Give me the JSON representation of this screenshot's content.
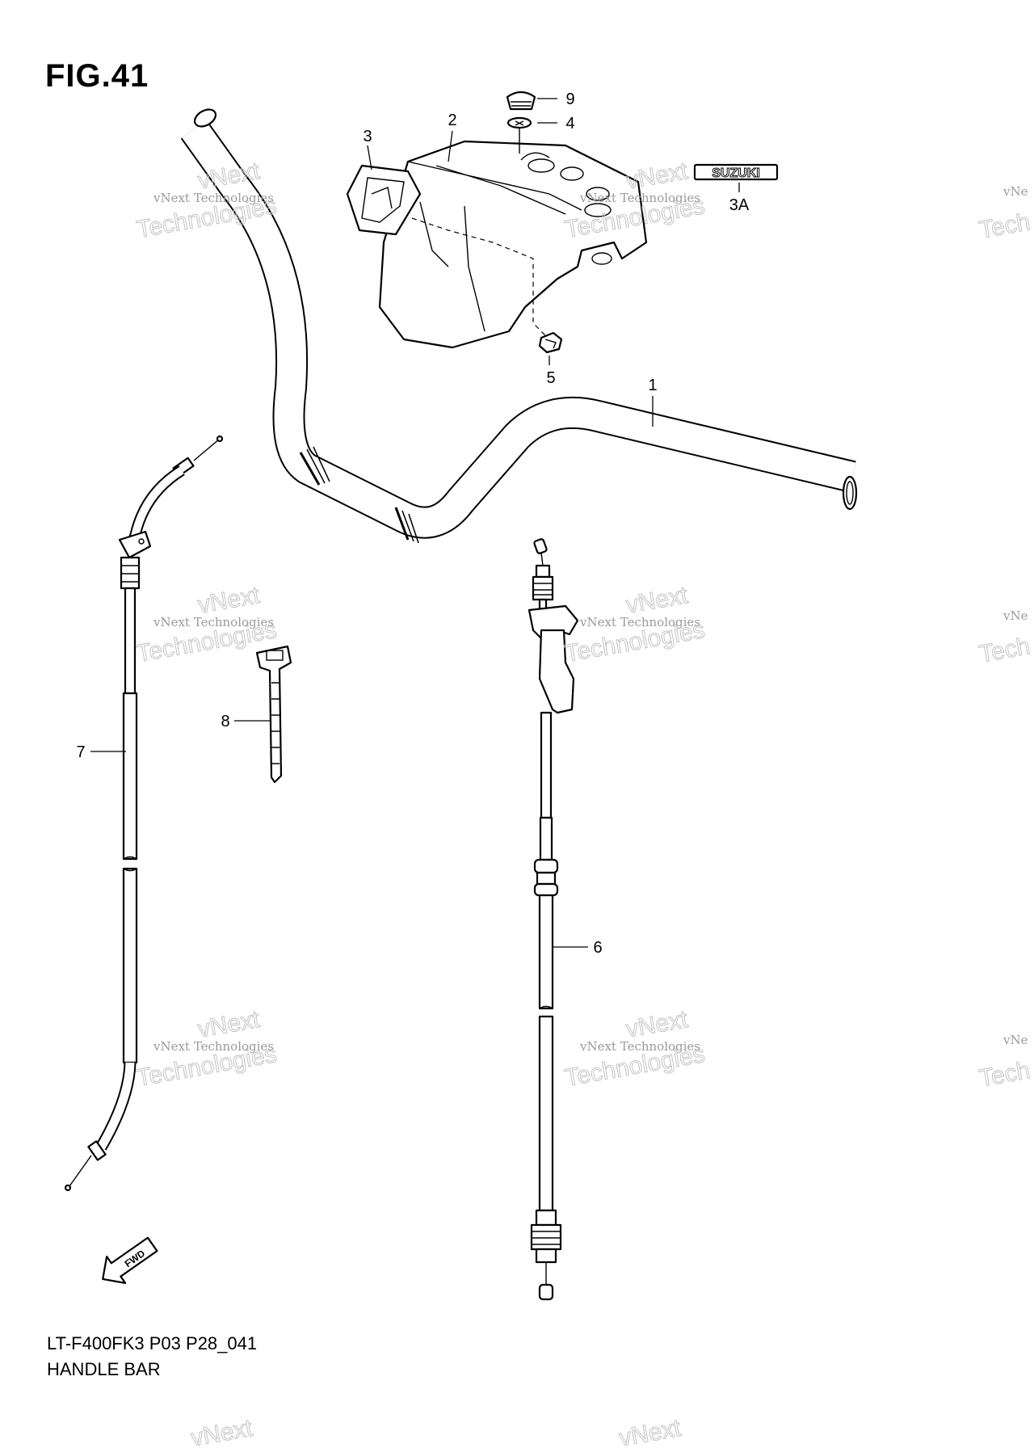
{
  "figure": {
    "title": "FIG.41",
    "model_code": "LT-F400FK3 P03 P28_041",
    "section_name": "HANDLE BAR"
  },
  "callouts": {
    "c1": "1",
    "c2": "2",
    "c3": "3",
    "c3a": "3A",
    "c4": "4",
    "c5": "5",
    "c6": "6",
    "c7": "7",
    "c8": "8",
    "c9": "9"
  },
  "emblem": {
    "text": "SUZUKI"
  },
  "fwd": {
    "text": "FWD"
  },
  "watermark": {
    "small": "vNext Technologies",
    "large": "Technologies",
    "top": "vNext",
    "edge_small": "vNe",
    "edge_large": "Tech"
  },
  "colors": {
    "ink": "#000000",
    "watermark": "#9a9a9a",
    "background": "#ffffff"
  }
}
